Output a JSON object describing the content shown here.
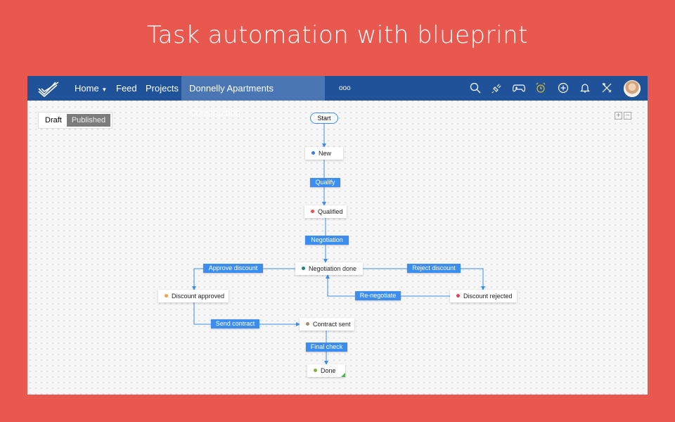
{
  "headline": "Task automation with blueprint",
  "nav": {
    "home": "Home",
    "feed": "Feed",
    "projects": "Projects",
    "project": "Donnelly Apartments Construction",
    "more": "ooo",
    "icons": [
      "search-icon",
      "plug-icon",
      "gamepad-icon",
      "alarm-clock-icon",
      "add-icon",
      "bell-icon",
      "tools-icon"
    ],
    "alarm_color": "#d6b536"
  },
  "toggle": {
    "draft": "Draft",
    "published": "Published"
  },
  "zoom": {
    "in": "+",
    "out": "−"
  },
  "flow": {
    "start": "Start",
    "states": [
      {
        "label": "New",
        "color": "#3b7de0"
      },
      {
        "label": "Qualified",
        "color": "#ef5350"
      },
      {
        "label": "Negotiation done",
        "color": "#16897c"
      },
      {
        "label": "Discount approved",
        "color": "#f5a14a"
      },
      {
        "label": "Discount rejected",
        "color": "#ef3b5a"
      },
      {
        "label": "Contract sent",
        "color": "#a98b6a"
      },
      {
        "label": "Done",
        "color": "#7cb342"
      }
    ],
    "transitions": [
      "Qualify",
      "Negotiation",
      "Approve discount",
      "Reject discount",
      "Re-negotiate",
      "Send contract",
      "Final check"
    ]
  }
}
